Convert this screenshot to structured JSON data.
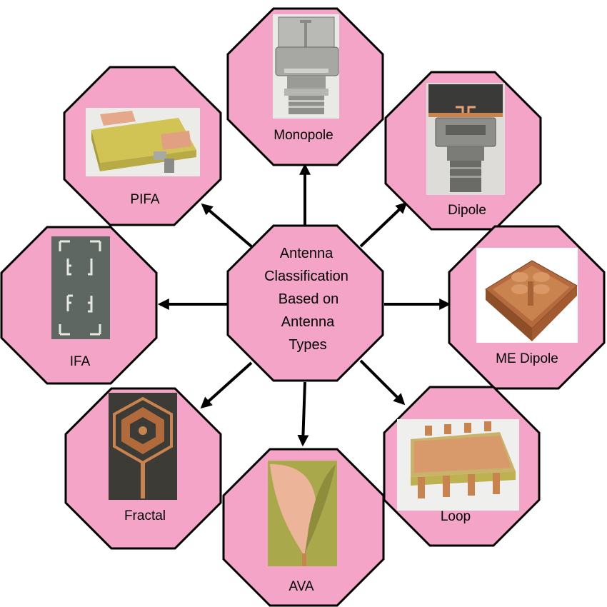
{
  "center": {
    "lines": [
      "Antenna",
      "Classification",
      "Based on",
      "Antenna",
      "Types"
    ]
  },
  "nodes": [
    {
      "id": "monopole",
      "label": "Monopole"
    },
    {
      "id": "dipole",
      "label": "Dipole"
    },
    {
      "id": "me-dipole",
      "label": "ME Dipole"
    },
    {
      "id": "loop",
      "label": "Loop"
    },
    {
      "id": "ava",
      "label": "AVA"
    },
    {
      "id": "fractal",
      "label": "Fractal"
    },
    {
      "id": "ifa",
      "label": "IFA"
    },
    {
      "id": "pifa",
      "label": "PIFA"
    }
  ],
  "colors": {
    "octagon_fill": "#f3a4c7",
    "outline": "#000000",
    "copper": "#c8834f",
    "fr4_green": "#b9b45a"
  }
}
